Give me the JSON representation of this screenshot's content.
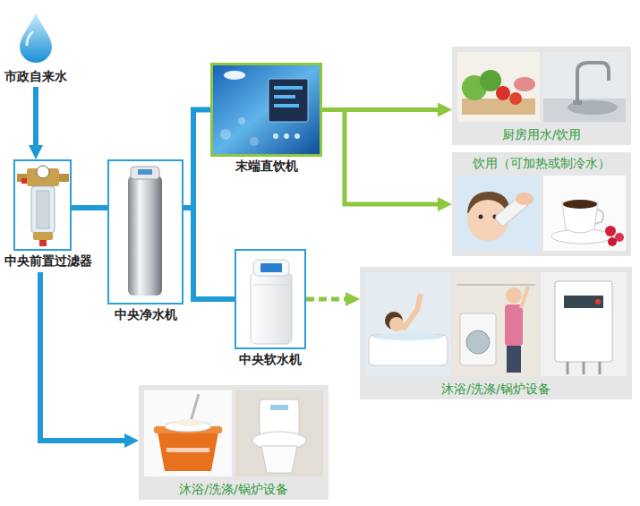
{
  "diagram": {
    "nodes": [
      {
        "text": [
          "市政自来水"
        ]
      },
      {
        "text": [
          "中央前置过滤器"
        ]
      },
      {
        "text": [
          "中央净水机"
        ]
      },
      {
        "text": [
          "末端直饮机"
        ]
      },
      {
        "text": [
          "中央软水机"
        ]
      },
      {
        "text": [
          "厨房用水/饮用"
        ]
      },
      {
        "text": [
          "饮用（可加热或制冷水）"
        ]
      },
      {
        "text": [
          "沐浴/洗涤/锅炉设备"
        ]
      },
      {
        "text": [
          "沐浴/洗涤/锅炉设备"
        ]
      }
    ],
    "edges": [
      {
        "from": 0,
        "to": 1,
        "arrow": "to"
      },
      {
        "from": 1,
        "to": 2,
        "arrow": "none"
      },
      {
        "from": 2,
        "to": 3,
        "arrow": "none"
      },
      {
        "from": 2,
        "to": 4,
        "arrow": "none"
      },
      {
        "from": 3,
        "to": 5,
        "arrow": "to"
      },
      {
        "from": 3,
        "to": 6,
        "arrow": "to"
      },
      {
        "from": 4,
        "to": 7,
        "arrow": "to"
      },
      {
        "from": 1,
        "to": 8,
        "arrow": "to"
      }
    ]
  }
}
